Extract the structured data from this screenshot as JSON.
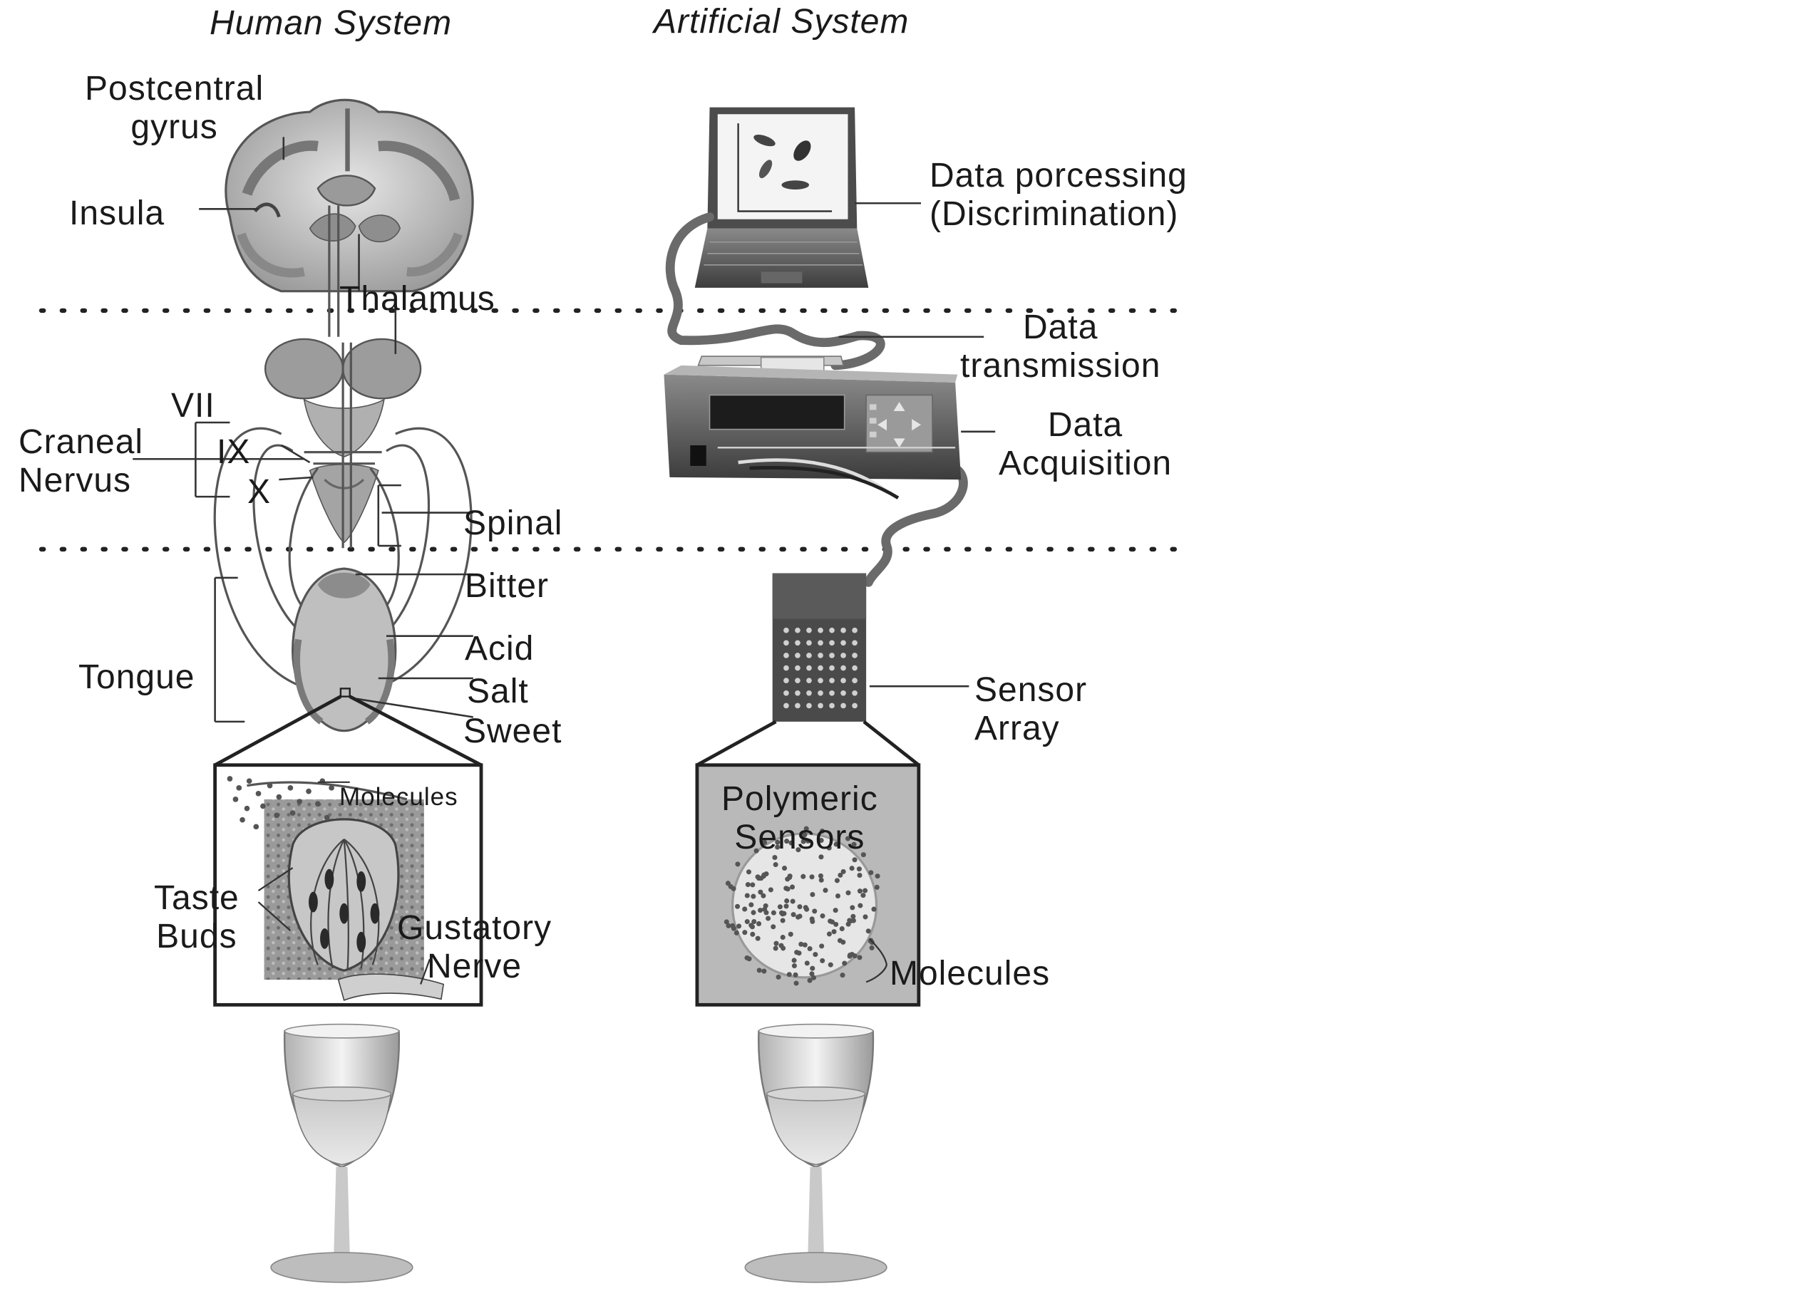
{
  "headers": {
    "human": "Human System",
    "artificial": "Artificial System"
  },
  "human": {
    "postcentral": "Postcentral\ngyrus",
    "insula": "Insula",
    "thalamus": "Thalamus",
    "vii": "VII",
    "ix": "IX",
    "x": "X",
    "craneal": "Craneal\nNervus",
    "spinal": "Spinal",
    "bitter": "Bitter",
    "acid": "Acid",
    "tongue": "Tongue",
    "salt": "Salt",
    "sweet": "Sweet",
    "molecules": "Molecules",
    "taste_buds": "Taste\nBuds",
    "gustatory": "Gustatory\nNerve"
  },
  "artificial": {
    "data_processing": "Data porcessing\n(Discrimination)",
    "data_transmission": "Data\ntransmission",
    "data_acquisition": "Data\nAcquisition",
    "sensor_array": "Sensor\nArray",
    "polymeric": "Polymeric\nSensors",
    "molecules": "Molecules"
  },
  "colors": {
    "ink": "#1a1a1a",
    "tissue_light": "#d0d0d0",
    "tissue_mid": "#a8a8a8",
    "tissue_dark": "#6a6a6a",
    "device_dark": "#3a3a3a",
    "panel_gray": "#b9b9b9"
  },
  "icons": {
    "laptop": "laptop-icon",
    "acquisition_device": "acquisition-device-icon",
    "wine_glass": "wine-glass-icon"
  }
}
